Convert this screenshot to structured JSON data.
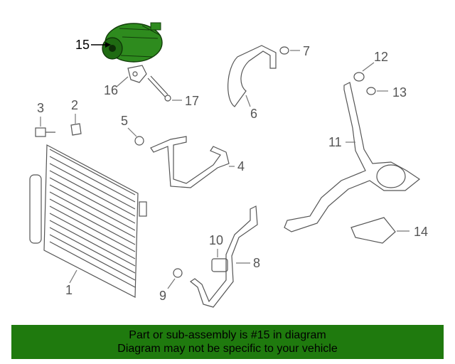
{
  "diagram": {
    "highlight_color": "#2e8b1e",
    "callouts": [
      "1",
      "2",
      "3",
      "4",
      "5",
      "6",
      "7",
      "8",
      "9",
      "10",
      "11",
      "12",
      "13",
      "14",
      "15",
      "16",
      "17"
    ],
    "highlighted_part": "15"
  },
  "banner": {
    "line1": "Part or sub-assembly is #15 in diagram",
    "line2": "Diagram may not be specific to your vehicle",
    "background": "#1f7a0e"
  }
}
